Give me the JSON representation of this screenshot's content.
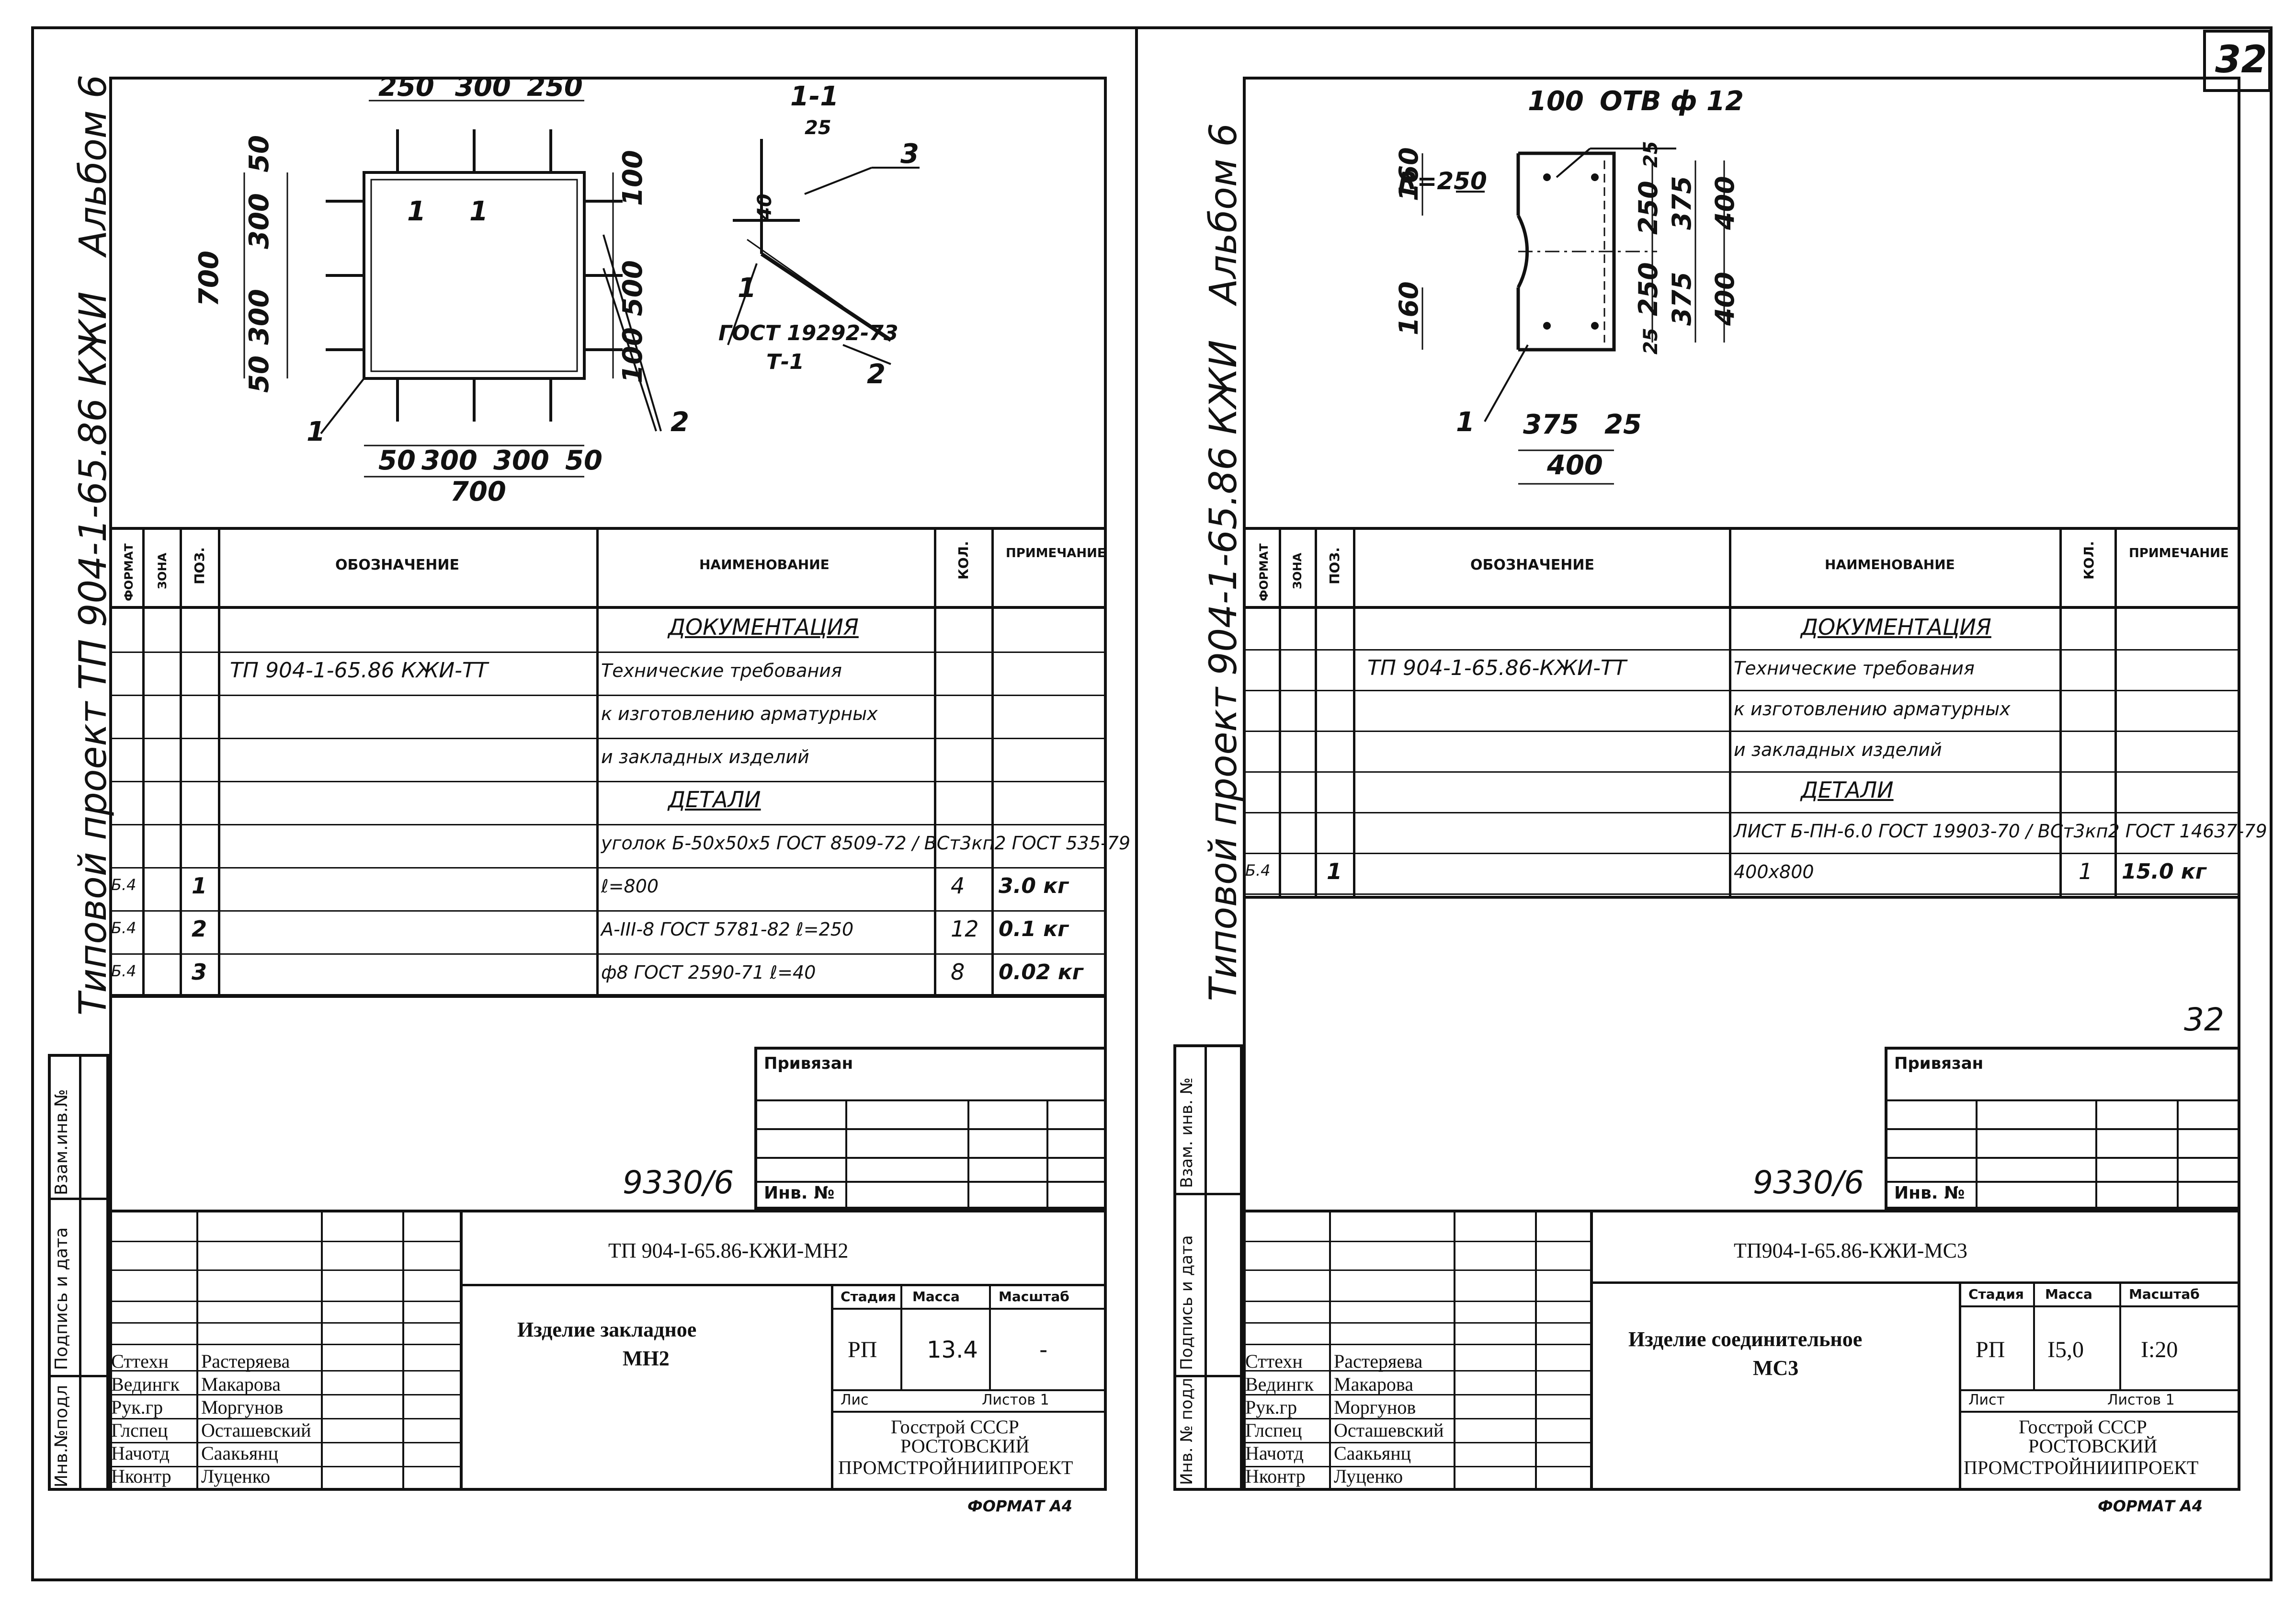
{
  "sheet_number": "32",
  "left_sheet": {
    "side_stamp": {
      "main": "Типовой проект ТП 904-1-65.86 КЖИ",
      "album": "Альбом 6"
    },
    "binding_labels": [
      "Инв.№подл",
      "Подпись и дата",
      "Взам.инв.№"
    ],
    "drawing": {
      "dims_top": [
        "250",
        "300",
        "250"
      ],
      "dims_left": [
        "700",
        "300",
        "300",
        "50",
        "50"
      ],
      "dims_right": [
        "100",
        "500",
        "100"
      ],
      "dims_bottom": [
        "50",
        "300",
        "300",
        "50"
      ],
      "dim_total_bottom": "700",
      "section_markers": [
        "1",
        "1"
      ],
      "callouts": [
        "1",
        "2"
      ],
      "section_title": "1-1",
      "section_dims": [
        "25",
        "40"
      ],
      "section_callouts": [
        "1",
        "2",
        "3"
      ],
      "section_note": "ГОСТ 19292-73",
      "section_note2": "Т-1"
    },
    "spec_header": [
      "ФОРМАТ",
      "ЗОНА",
      "ПОЗ.",
      "ОБОЗНАЧЕНИЕ",
      "НАИМЕНОВАНИЕ",
      "КОЛ.",
      "ПРИМЕЧАНИЕ"
    ],
    "spec_rows": [
      {
        "fmt": "",
        "zone": "",
        "pos": "",
        "des": "",
        "name": "ДОКУМЕНТАЦИЯ",
        "qty": "",
        "note": "",
        "heading": true
      },
      {
        "fmt": "",
        "zone": "",
        "pos": "",
        "des": "ТП 904-1-65.86 КЖИ-ТТ",
        "name": "Технические требования",
        "qty": "",
        "note": ""
      },
      {
        "fmt": "",
        "zone": "",
        "pos": "",
        "des": "",
        "name": "к изготовлению арматурных",
        "qty": "",
        "note": ""
      },
      {
        "fmt": "",
        "zone": "",
        "pos": "",
        "des": "",
        "name": "и закладных изделий",
        "qty": "",
        "note": ""
      },
      {
        "fmt": "",
        "zone": "",
        "pos": "",
        "des": "",
        "name": "ДЕТАЛИ",
        "qty": "",
        "note": "",
        "heading": true
      },
      {
        "fmt": "",
        "zone": "",
        "pos": "",
        "des": "",
        "name": "уголок Б-50х50х5 ГОСТ 8509-72 / ВСт3кп2 ГОСТ 535-79",
        "qty": "",
        "note": ""
      },
      {
        "fmt": "Б.4",
        "zone": "",
        "pos": "1",
        "des": "",
        "name": "ℓ=800",
        "qty": "4",
        "note": "3.0 кг"
      },
      {
        "fmt": "Б.4",
        "zone": "",
        "pos": "2",
        "des": "",
        "name": "А-III-8 ГОСТ 5781-82 ℓ=250",
        "qty": "12",
        "note": "0.1 кг"
      },
      {
        "fmt": "Б.4",
        "zone": "",
        "pos": "3",
        "des": "",
        "name": "ф8 ГОСТ 2590-71 ℓ=40",
        "qty": "8",
        "note": "0.02 кг"
      }
    ],
    "ref_number": "9330/6",
    "privyazan": "Привязан",
    "inv_label": "Инв. №",
    "title_block": {
      "code": "ТП 904-I-65.86-КЖИ-МН2",
      "item_name": "Изделие закладное",
      "item_mark": "МН2",
      "stage_label": "Стадия",
      "mass_label": "Масса",
      "scale_label": "Масштаб",
      "stage": "РП",
      "mass": "13.4",
      "scale": "-",
      "sheet_label": "Лис",
      "sheets_label": "Листов 1",
      "org1": "Госстрой СССР",
      "org2": "РОСТОВСКИЙ",
      "org3": "ПРОМСТРОЙНИИПРОЕКТ",
      "people": [
        {
          "role": "Сттехн",
          "name": "Растеряева"
        },
        {
          "role": "Ведингк",
          "name": "Макарова"
        },
        {
          "role": "Рук.гр",
          "name": "Моргунов"
        },
        {
          "role": "Глспец",
          "name": "Осташевский"
        },
        {
          "role": "Начотд",
          "name": "Саакьянц"
        },
        {
          "role": "Нконтр",
          "name": "Луценко"
        }
      ],
      "format": "ФОРМАТ А4"
    }
  },
  "right_sheet": {
    "side_stamp": {
      "main": "Типовой проект 904-1-65.86 КЖИ",
      "album": "Альбом 6"
    },
    "binding_labels": [
      "Инв. № подл",
      "Подпись и дата",
      "Взам. инв. №"
    ],
    "drawing": {
      "hole_label": "ОТВ ф 12",
      "dim_top": "100",
      "radius": "R=250",
      "dims_left": [
        "160",
        "160"
      ],
      "dims_right_inner": [
        "25",
        "250",
        "250",
        "25"
      ],
      "dims_right_mid": [
        "375",
        "375"
      ],
      "dims_right_outer": [
        "400",
        "400"
      ],
      "dims_bottom": [
        "375",
        "25"
      ],
      "dim_total_bottom": "400",
      "callout": "1"
    },
    "spec_header": [
      "ФОРМАТ",
      "ЗОНА",
      "ПОЗ.",
      "ОБОЗНАЧЕНИЕ",
      "НАИМЕНОВАНИЕ",
      "КОЛ.",
      "ПРИМЕЧАНИЕ"
    ],
    "spec_rows": [
      {
        "fmt": "",
        "zone": "",
        "pos": "",
        "des": "",
        "name": "ДОКУМЕНТАЦИЯ",
        "qty": "",
        "note": "",
        "heading": true
      },
      {
        "fmt": "",
        "zone": "",
        "pos": "",
        "des": "ТП 904-1-65.86-КЖИ-ТТ",
        "name": "Технические требования",
        "qty": "",
        "note": ""
      },
      {
        "fmt": "",
        "zone": "",
        "pos": "",
        "des": "",
        "name": "к изготовлению арматурных",
        "qty": "",
        "note": ""
      },
      {
        "fmt": "",
        "zone": "",
        "pos": "",
        "des": "",
        "name": "и закладных изделий",
        "qty": "",
        "note": ""
      },
      {
        "fmt": "",
        "zone": "",
        "pos": "",
        "des": "",
        "name": "ДЕТАЛИ",
        "qty": "",
        "note": "",
        "heading": true
      },
      {
        "fmt": "",
        "zone": "",
        "pos": "",
        "des": "",
        "name": "ЛИСТ Б-ПН-6.0 ГОСТ 19903-70 / ВСт3кп2 ГОСТ 14637-79",
        "qty": "",
        "note": ""
      },
      {
        "fmt": "Б.4",
        "zone": "",
        "pos": "1",
        "des": "",
        "name": "400х800",
        "qty": "1",
        "note": "15.0 кг"
      }
    ],
    "sheet_mark": "32",
    "ref_number": "9330/6",
    "privyazan": "Привязан",
    "inv_label": "Инв. №",
    "title_block": {
      "code": "ТП904-I-65.86-КЖИ-МС3",
      "item_name": "Изделие соединительное",
      "item_mark": "МС3",
      "stage_label": "Стадия",
      "mass_label": "Масса",
      "scale_label": "Масштаб",
      "stage": "РП",
      "mass": "I5,0",
      "scale": "I:20",
      "sheet_label": "Лист",
      "sheets_label": "Листов 1",
      "org1": "Госстрой СССР",
      "org2": "РОСТОВСКИЙ",
      "org3": "ПРОМСТРОЙНИИПРОЕКТ",
      "people": [
        {
          "role": "Сттехн",
          "name": "Растеряева"
        },
        {
          "role": "Ведингк",
          "name": "Макарова"
        },
        {
          "role": "Рук.гр",
          "name": "Моргунов"
        },
        {
          "role": "Глспец",
          "name": "Осташевский"
        },
        {
          "role": "Начотд",
          "name": "Саакьянц"
        },
        {
          "role": "Нконтр",
          "name": "Луценко"
        }
      ],
      "format": "ФОРМАТ А4"
    }
  }
}
